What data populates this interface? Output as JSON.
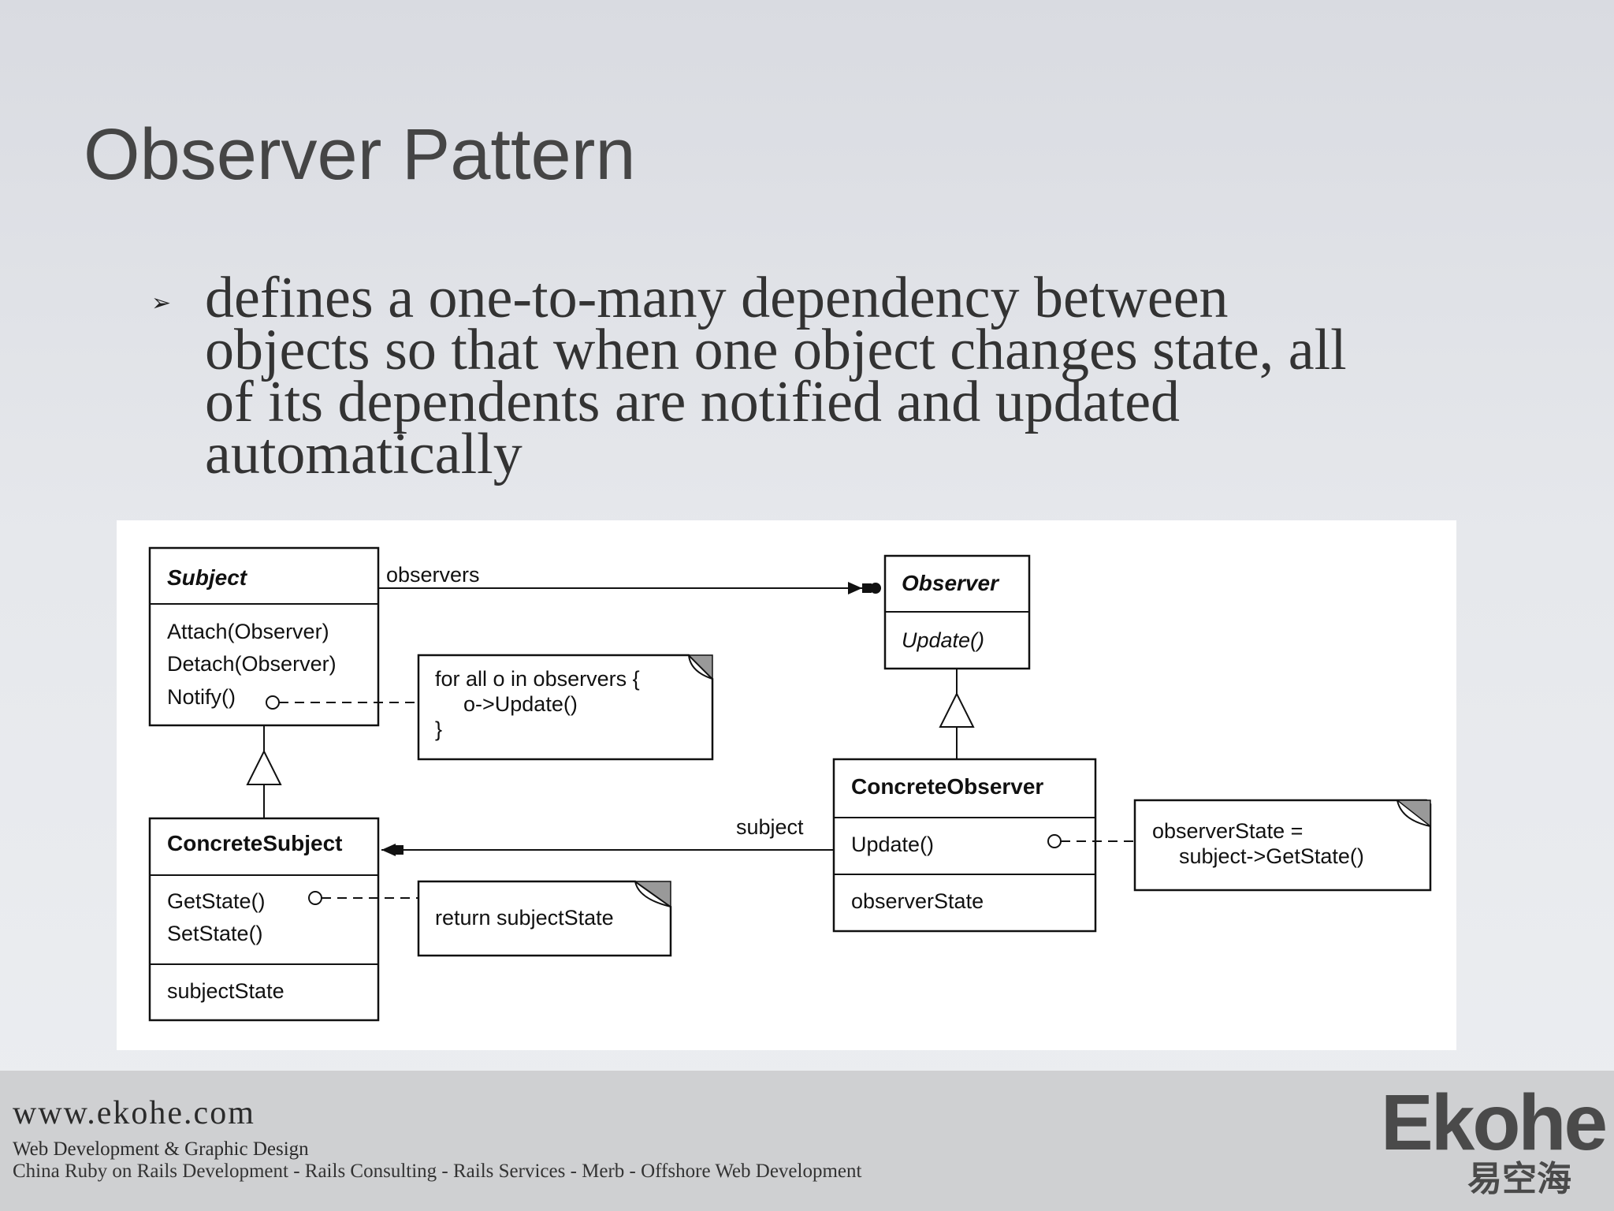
{
  "slide": {
    "title": "Observer Pattern",
    "bullet_text": "defines a one-to-many dependency between objects so that when one object changes state, all of its dependents are notified and updated automatically"
  },
  "diagram": {
    "subject": {
      "name": "Subject",
      "ops": [
        "Attach(Observer)",
        "Detach(Observer)",
        "Notify()"
      ]
    },
    "observer": {
      "name": "Observer",
      "ops": [
        "Update()"
      ]
    },
    "concrete_subject": {
      "name": "ConcreteSubject",
      "ops": [
        "GetState()",
        "SetState()"
      ],
      "attrs": [
        "subjectState"
      ]
    },
    "concrete_observer": {
      "name": "ConcreteObserver",
      "ops": [
        "Update()"
      ],
      "attrs": [
        "observerState"
      ]
    },
    "notes": {
      "notify": [
        "for all o in observers {",
        "o->Update()",
        "}"
      ],
      "getstate": "return subjectState",
      "update": [
        "observerState =",
        "subject->GetState()"
      ]
    },
    "assoc_labels": {
      "observers": "observers",
      "subject": "subject"
    }
  },
  "footer": {
    "site": "www.ekohe.com",
    "tagline": "Web Development & Graphic Design",
    "services": "China Ruby on Rails Development - Rails Consulting - Rails Services - Merb - Offshore Web Development",
    "logo": "Ekohe",
    "logo_cn": "易空海"
  }
}
